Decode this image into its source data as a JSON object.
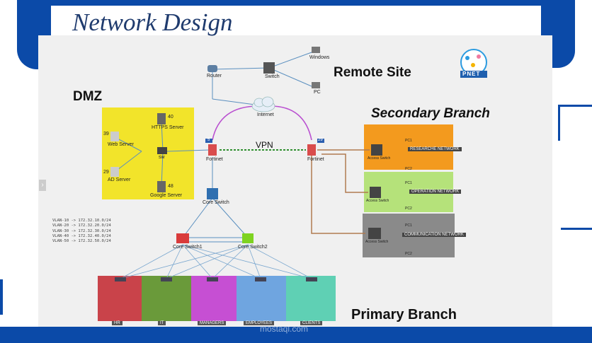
{
  "slide": {
    "title": "Network Design",
    "watermark": "mostaql.com"
  },
  "zones": {
    "remote_site": "Remote Site",
    "dmz": "DMZ",
    "secondary_branch": "Secondary Branch",
    "primary_branch": "Primary Branch",
    "vpn": "VPN"
  },
  "logo": {
    "text": "PNET"
  },
  "nodes": {
    "remote_router": "Router",
    "remote_switch": "Switch",
    "remote_pc1": "Windows",
    "remote_pc2": "PC",
    "internet": "Internet",
    "fw_left": "Fortinet",
    "fw_right": "Fortinet",
    "fw_left_port": "5",
    "fw_right_port": "29",
    "web_server": "Web Server",
    "ad_server": "AD Server",
    "dmz_sw": "sw",
    "google_server": "Google Server",
    "https_server": "HTTPS Server",
    "dmz_n39": "39",
    "dmz_n29": "29",
    "dmz_n40": "40",
    "dmz_n48": "48",
    "core_top": "Core Switch",
    "core_left": "Core Switch1",
    "core_right": "Core Switch2"
  },
  "vlans": [
    "VLAN-10 -> 172.32.10.0/24",
    "VLAN-20 -> 172.32.20.0/24",
    "VLAN-30 -> 172.32.30.0/24",
    "VLAN-40 -> 172.32.40.0/24",
    "VLAN-50 -> 172.32.50.0/24"
  ],
  "secondary_networks": [
    {
      "name": "RESEARCHE NETWORK",
      "color": "#f39a1e"
    },
    {
      "name": "OPERATION NETWORK",
      "color": "#b5e27a"
    },
    {
      "name": "COMMUNICATION NETWORK",
      "color": "#8a8a8a"
    }
  ],
  "secondary_nodes": {
    "switch": "Access Switch",
    "pc_a": "PC1",
    "pc_b": "PC2"
  },
  "departments": [
    {
      "name": "HR",
      "color": "#c9434a"
    },
    {
      "name": "IT",
      "color": "#6a9a3a"
    },
    {
      "name": "MANAGERS",
      "color": "#c64fd3"
    },
    {
      "name": "EMPLOYEES",
      "color": "#6fa5e0"
    },
    {
      "name": "CLIENTS",
      "color": "#5fd0b4"
    }
  ],
  "colors": {
    "title": "#1f3b6e",
    "accent_blue": "#0b4aa8",
    "dmz_yellow": "#f2e42a",
    "link_purple": "#b94fd0",
    "vpn_green": "#2f8f2f",
    "branch_link": "#b07a50"
  }
}
